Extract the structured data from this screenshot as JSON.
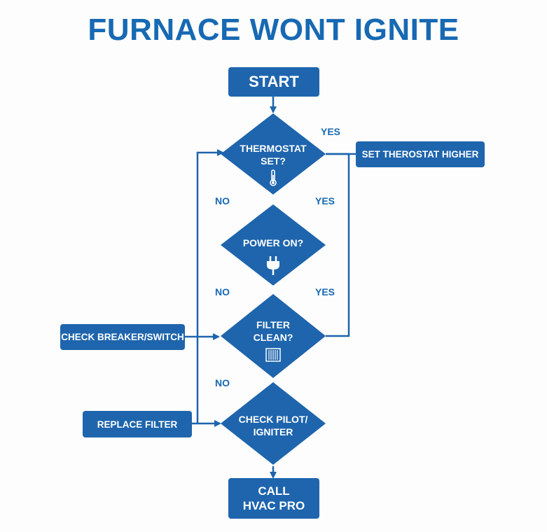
{
  "title": "FURNACE WONT IGNITE",
  "colors": {
    "primary": "#1e65ad",
    "title": "#1769b3",
    "background": "#fdfdfd"
  },
  "start": "START",
  "decisions": {
    "thermostat": {
      "line1": "THERMOSTAT",
      "line2": "SET?",
      "icon": "thermometer-icon"
    },
    "power": {
      "line1": "POWER ON?",
      "icon": "plug-icon"
    },
    "filter": {
      "line1": "FILTER",
      "line2": "CLEAN?",
      "icon": "filter-icon"
    },
    "pilot": {
      "line1": "CHECK PILOT/",
      "line2": "IGNITER"
    }
  },
  "actions": {
    "set_thermostat": "SET THEROSTAT HIGHER",
    "check_breaker": "CHECK BREAKER/SWITCH",
    "replace_filter": "REPLACE FILTER",
    "call_pro_line1": "CALL",
    "call_pro_line2": "HVAC PRO"
  },
  "edge_labels": {
    "yes_thermostat": "YES",
    "no_thermostat": "NO",
    "yes_power": "YES",
    "no_power": "NO",
    "yes_filter": "YES",
    "no_filter": "NO"
  }
}
